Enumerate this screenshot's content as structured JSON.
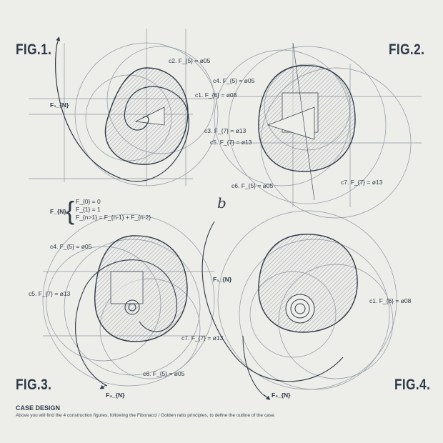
{
  "figures": {
    "fig1": "FIG.1.",
    "fig2": "FIG.2.",
    "fig3": "FIG.3.",
    "fig4": "FIG.4."
  },
  "annotations": {
    "fig1_c2": "c2. F_{5} = ø05",
    "fig1_c1": "c1. F_{6} = ø08",
    "fig1_c3": "c3. F_{7} = ø13",
    "fig1_f1": "F₁_{N}",
    "fig2_c4": "c4. F_{5} = ø05",
    "fig2_c5": "c5. F_{7} = ø13",
    "fig2_c6": "c6. F_{5} = ø05",
    "fig2_c7": "c7. F_{7} = ø13",
    "fig3_c4": "c4. F_{5} = ø05",
    "fig3_c5": "c5. F_{7} = ø13",
    "fig3_c7": "c7. F_{7} = ø13",
    "fig3_c6": "c6. F_{5} = ø05",
    "fig3_f2": "F₂_{N}",
    "fig4_f1": "F₁_{N}",
    "fig4_c1": "c1. F_{6} = ø08",
    "fig4_f2": "F₂_{N}"
  },
  "formula": {
    "name": "F_{N}",
    "lines": [
      "F_{0} = 0",
      "F_{1} = 1",
      "F_{n>1} = F_{n-1} + F_{n-2}"
    ]
  },
  "script_letter": "b",
  "caption": {
    "title": "CASE DESIGN",
    "description": "Above you will find the 4 construction figures, following the Fibonacci / Golden ratio principles, to define the outline of the case."
  },
  "colors": {
    "background": "#ededea",
    "ink": "#2f3a45",
    "light_line": "#8e97a0",
    "hatch": "#6f7b86"
  }
}
